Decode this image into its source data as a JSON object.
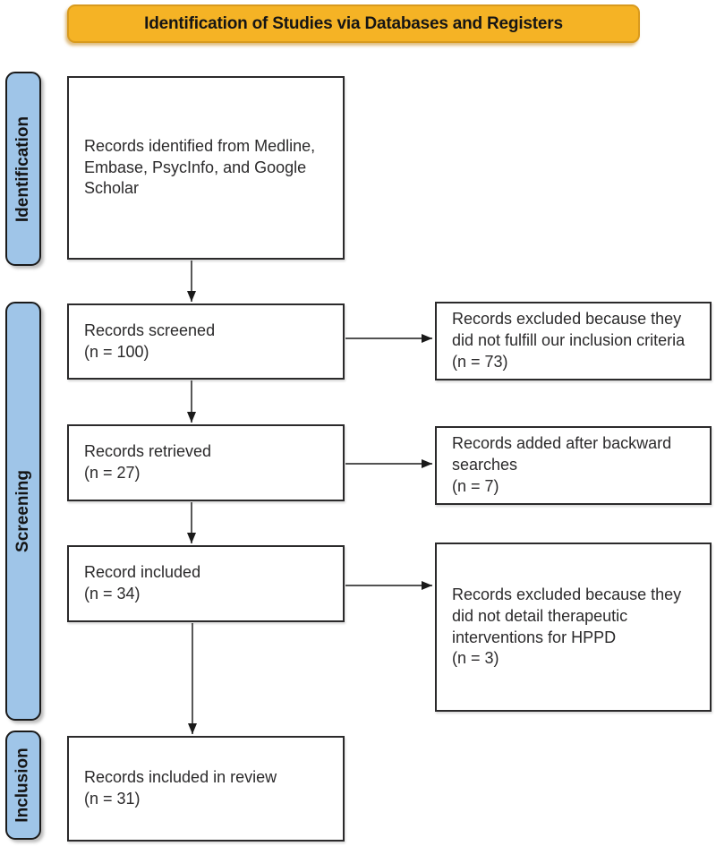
{
  "title": "Identification of Studies via Databases and Registers",
  "stages": [
    {
      "label": "Identification"
    },
    {
      "label": "Screening"
    },
    {
      "label": "Inclusion"
    }
  ],
  "main_flow": [
    {
      "text": "Records identified from Medline,\nEmbase, PsycInfo, and Google\nScholar"
    },
    {
      "text": "Records screened\n(n = 100)"
    },
    {
      "text": "Records retrieved\n(n = 27)"
    },
    {
      "text": "Record included\n(n = 34)"
    },
    {
      "text": "Records included in review\n(n = 31)"
    }
  ],
  "side_flow": [
    {
      "text": "Records excluded because they\ndid not fulfill our inclusion criteria\n(n = 73)"
    },
    {
      "text": "Records added after backward\nsearches\n(n = 7)"
    },
    {
      "text": "Records excluded because they\ndid not detail therapeutic\ninterventions for HPPD\n(n = 3)"
    }
  ],
  "colors": {
    "header_fill": "#F5B325",
    "header_border": "#D89A1E",
    "stage_fill": "#9FC5E8",
    "box_border": "#2B2A2B",
    "arrow": "#3A3A3A"
  }
}
